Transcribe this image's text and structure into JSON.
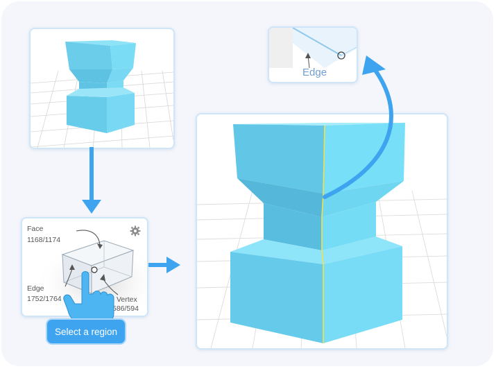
{
  "face_label": "Face",
  "face_count": "1168/1174",
  "edge_label": "Edge",
  "edge_count": "1752/1764",
  "vertex_label": "Vertex",
  "vertex_count": "586/594",
  "select_region_button": "Select a region",
  "edge_callout_label": "Edge",
  "icons": [
    "gear-icon",
    "hand-pointer-icon",
    "arrow-down-icon",
    "arrow-right-icon",
    "curved-arrow-icon"
  ],
  "colors": {
    "model": "#72d6f3",
    "accent": "#3ea4f0",
    "edge_highlight": "#f2e14a"
  }
}
